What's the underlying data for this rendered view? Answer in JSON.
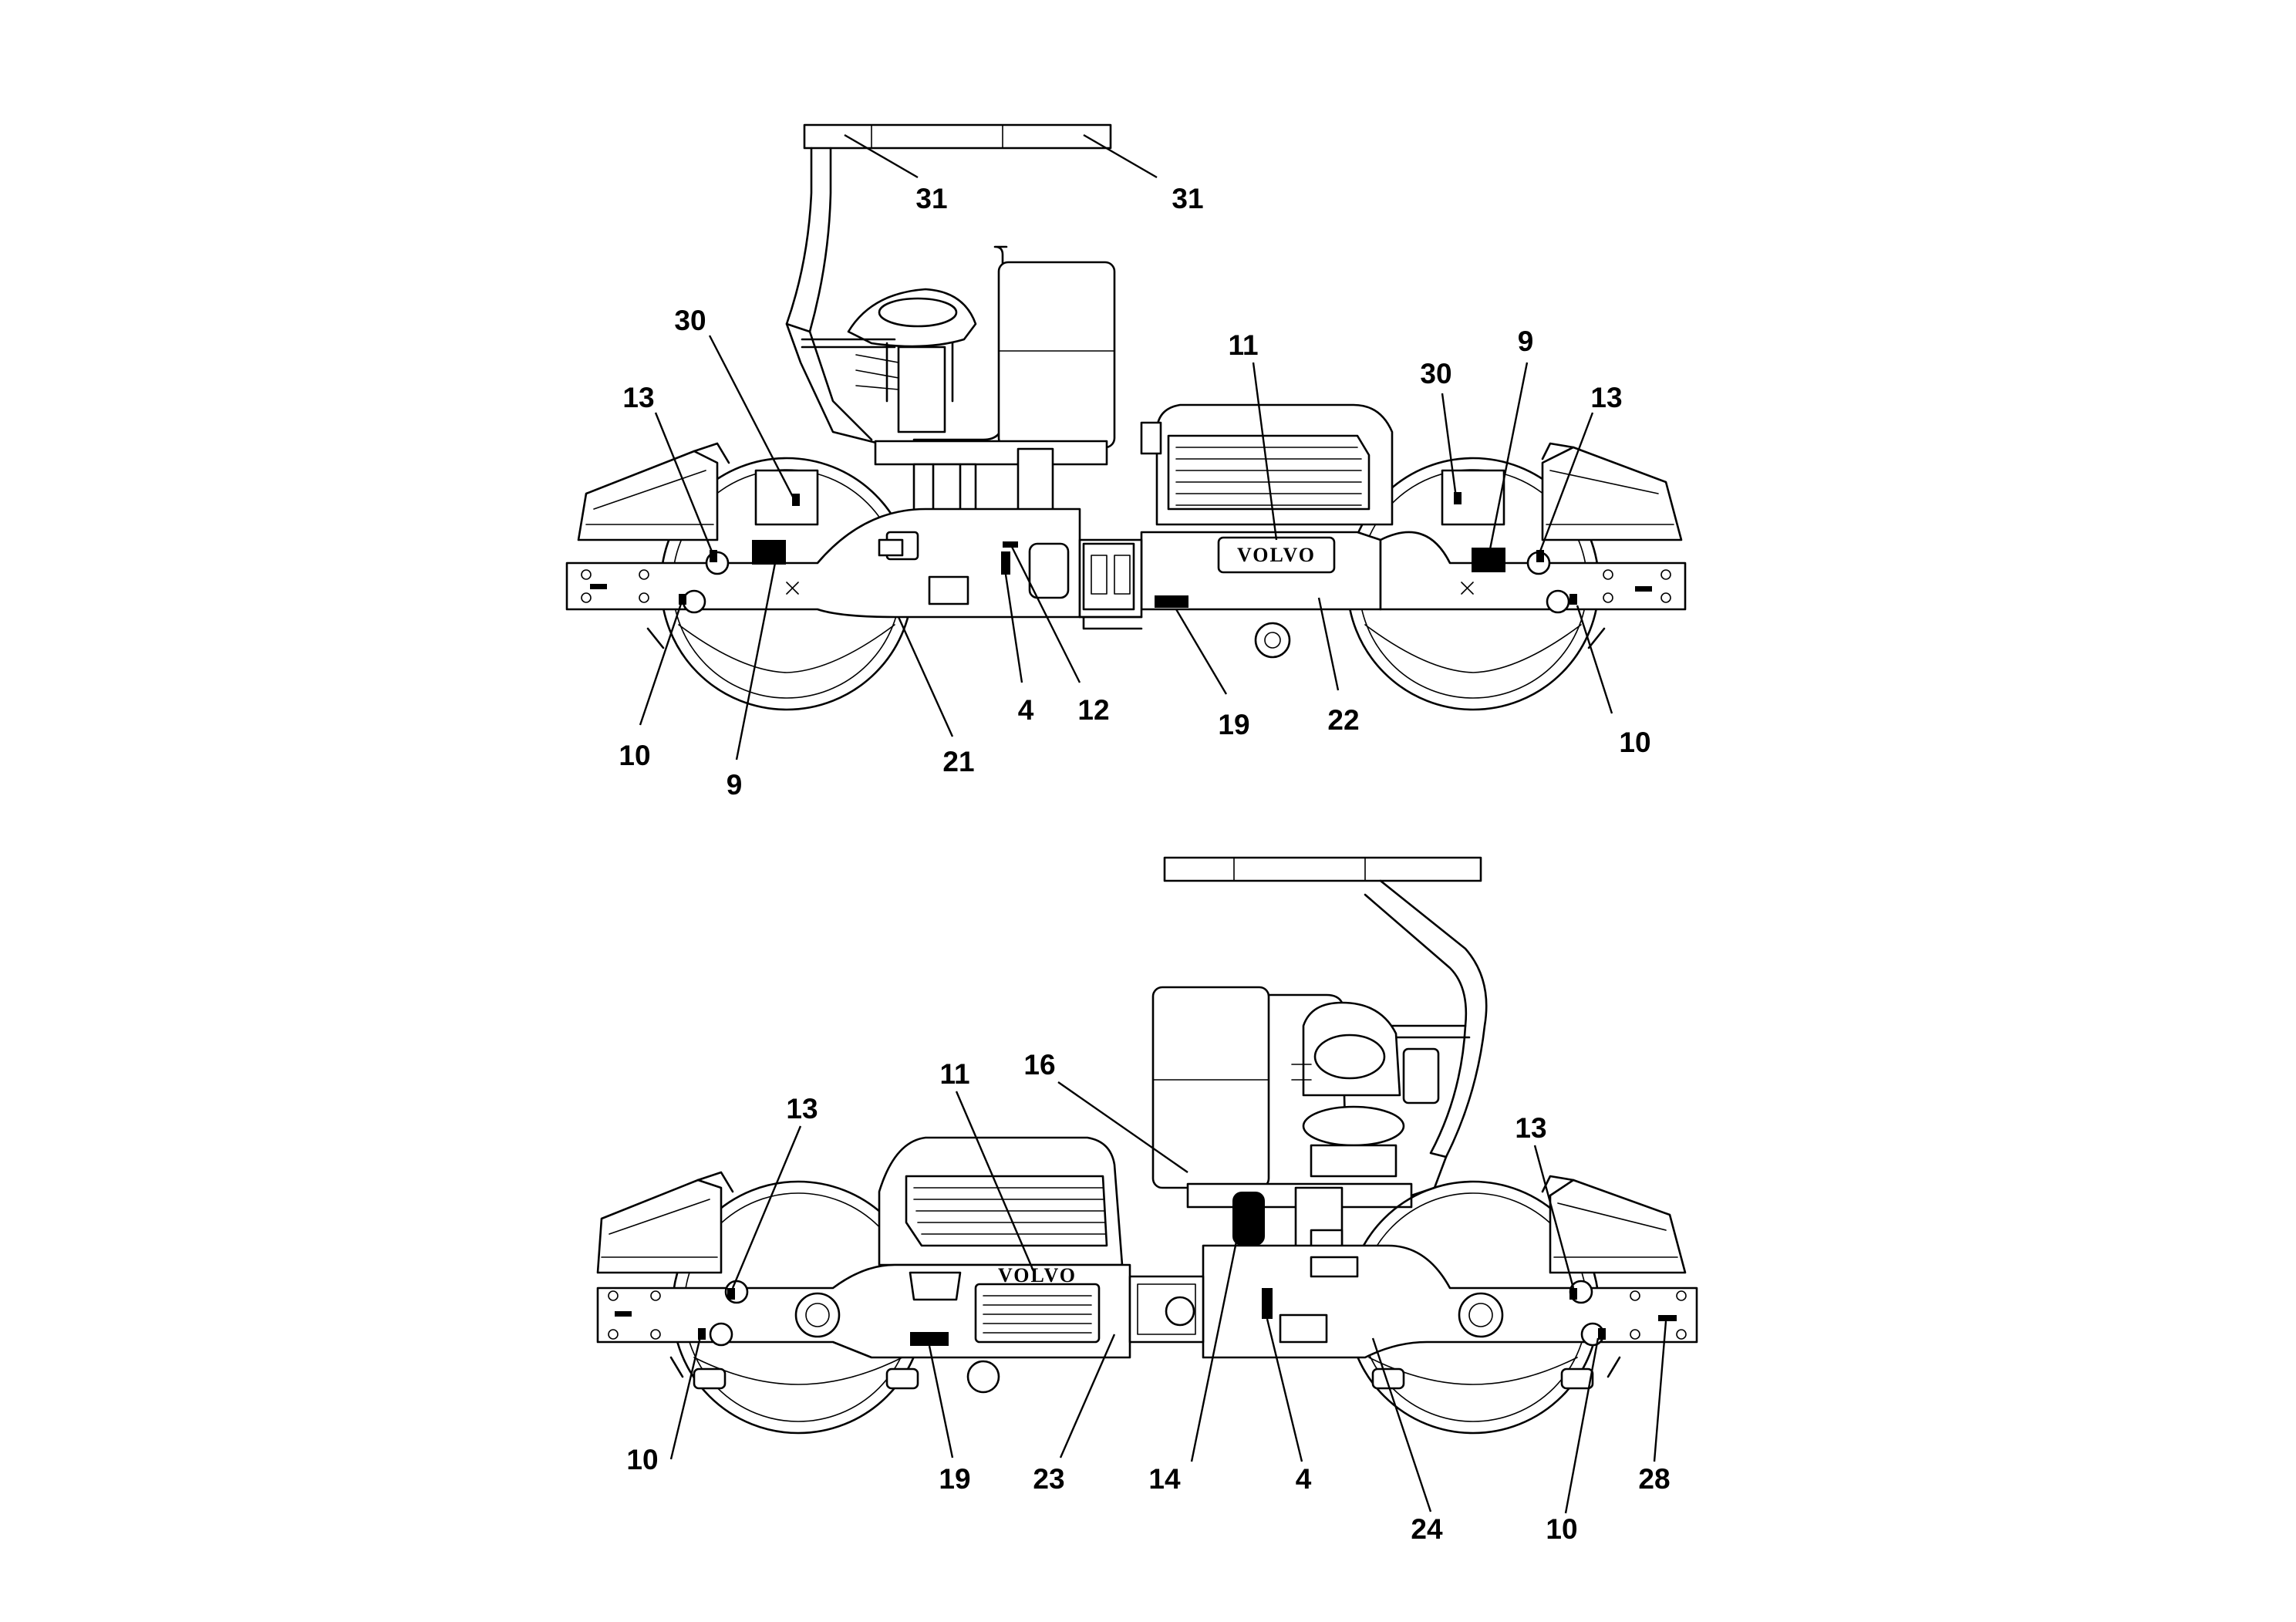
{
  "brand_logo_text": "VOLVO",
  "views": [
    {
      "name": "upper-side-view",
      "callouts": [
        "31",
        "31",
        "30",
        "13",
        "11",
        "30",
        "9",
        "13",
        "4",
        "12",
        "19",
        "22",
        "10",
        "9",
        "21",
        "10"
      ]
    },
    {
      "name": "lower-side-view",
      "callouts": [
        "13",
        "11",
        "16",
        "13",
        "10",
        "19",
        "23",
        "14",
        "4",
        "24",
        "10",
        "28"
      ]
    }
  ]
}
